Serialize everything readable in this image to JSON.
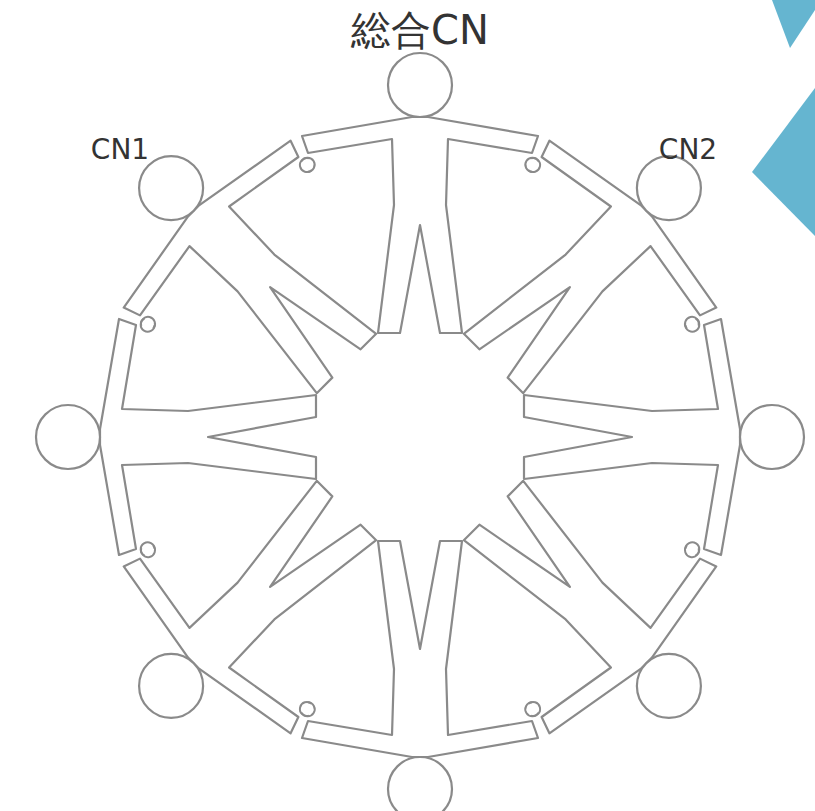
{
  "diagram": {
    "labels": [
      "総合CN",
      "CN1",
      "CN2"
    ]
  }
}
